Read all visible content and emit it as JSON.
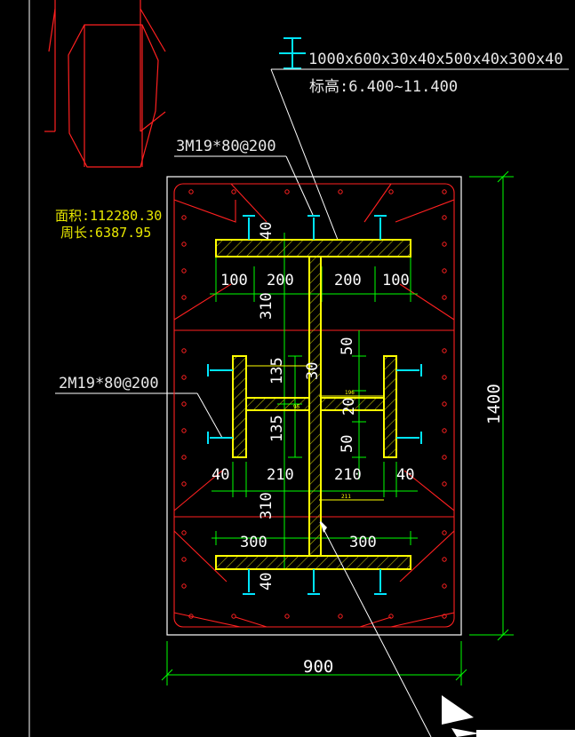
{
  "colors": {
    "background": "#000000",
    "outline": "#ffffff",
    "section": "#ffff00",
    "rebar_red": "#ff2020",
    "dimension": "#00ff00",
    "stud": "#00e5ff"
  },
  "annotations": {
    "section_spec": "1000x600x30x40x500x40x300x40",
    "elevation": "标高:6.400~11.400",
    "area": "面积:112280.30",
    "perimeter": "周长:6387.95",
    "studs_top": "3M19*80@200",
    "studs_side": "2M19*80@200"
  },
  "dimensions": {
    "width_total": "900",
    "height_total": "1400",
    "top_segments": [
      "100",
      "200",
      "200",
      "100"
    ],
    "mid_segments": [
      "40",
      "210",
      "210",
      "40"
    ],
    "bottom_segments": [
      "300",
      "300"
    ],
    "flange_top": "40",
    "flange_bottom": "40",
    "web_upper": "310",
    "web_lower": "310",
    "web_thickness": "30",
    "left_upper": "135",
    "left_lower": "135",
    "right_upper": "50",
    "right_lower": "50",
    "right_web": "20",
    "small_tag_a": "196",
    "small_tag_b": "211",
    "small_tag_c": "95"
  },
  "icons": {
    "section_symbol": "h-section-icon",
    "cursor": "arrow-cursor-icon"
  }
}
